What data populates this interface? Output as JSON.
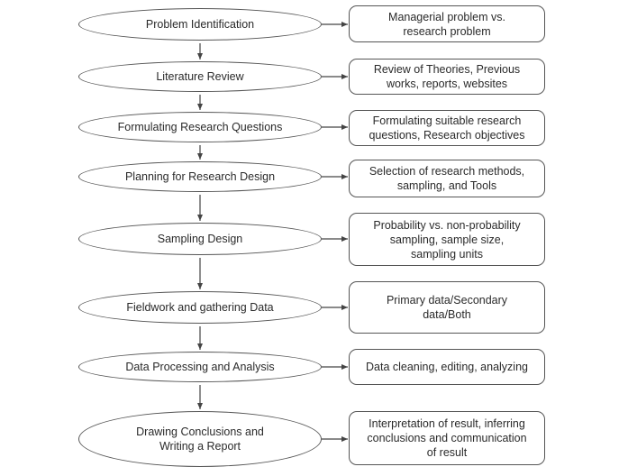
{
  "diagram": {
    "type": "flowchart",
    "steps": [
      {
        "label": "Problem Identification",
        "detail": "Managerial problem vs.\nresearch problem"
      },
      {
        "label": "Literature Review",
        "detail": "Review of Theories, Previous\nworks, reports, websites"
      },
      {
        "label": "Formulating Research Questions",
        "detail": "Formulating suitable research\nquestions, Research objectives"
      },
      {
        "label": "Planning for Research Design",
        "detail": "Selection of research methods,\nsampling, and Tools"
      },
      {
        "label": "Sampling Design",
        "detail": "Probability vs. non-probability\nsampling, sample size,\nsampling units"
      },
      {
        "label": "Fieldwork and gathering Data",
        "detail": "Primary data/Secondary\ndata/Both"
      },
      {
        "label": "Data Processing and Analysis",
        "detail": "Data cleaning, editing, analyzing"
      },
      {
        "label": "Drawing Conclusions and\nWriting a Report",
        "detail": "Interpretation of result, inferring\nconclusions and communication\nof result"
      }
    ]
  },
  "colors": {
    "stroke": "#555555",
    "text": "#2a2a2a",
    "background": "#ffffff"
  }
}
